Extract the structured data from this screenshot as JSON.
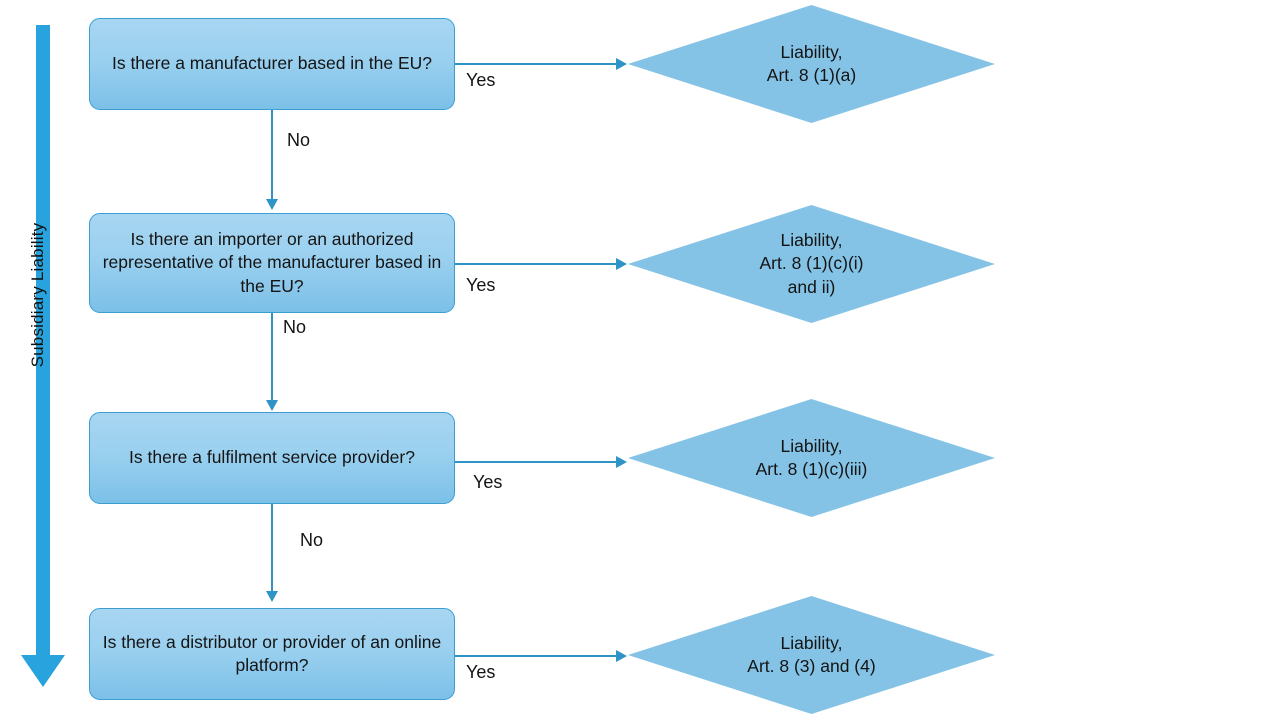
{
  "diagram": {
    "axis_label": "Subsidiary Liability",
    "left_arrow_icon": "down-arrow-icon",
    "colors": {
      "box_fill_top": "#A8D6F2",
      "box_fill_bottom": "#7CC0E8",
      "box_border": "#3A9FD0",
      "diamond_fill": "#84C3E5",
      "connector": "#2E93C6",
      "big_arrow": "#29A3DD",
      "background": "#FFFFFF",
      "text": "#141414"
    },
    "rows": [
      {
        "question": "Is there a manufacturer based in the EU?",
        "yes_label": "Yes",
        "no_label": "No",
        "outcome": "Liability,\nArt. 8 (1)(a)"
      },
      {
        "question": "Is there an importer or an authorized representative of the manufacturer based in the EU?",
        "yes_label": "Yes",
        "no_label": "No",
        "outcome": "Liability,\nArt. 8 (1)(c)(i)\nand ii)"
      },
      {
        "question": "Is there a fulfilment service provider?",
        "yes_label": "Yes",
        "no_label": "No",
        "outcome": "Liability,\nArt. 8 (1)(c)(iii)"
      },
      {
        "question": "Is there a distributor or provider of an online platform?",
        "yes_label": "Yes",
        "no_label": "",
        "outcome": "Liability,\nArt. 8 (3) and (4)"
      }
    ]
  }
}
